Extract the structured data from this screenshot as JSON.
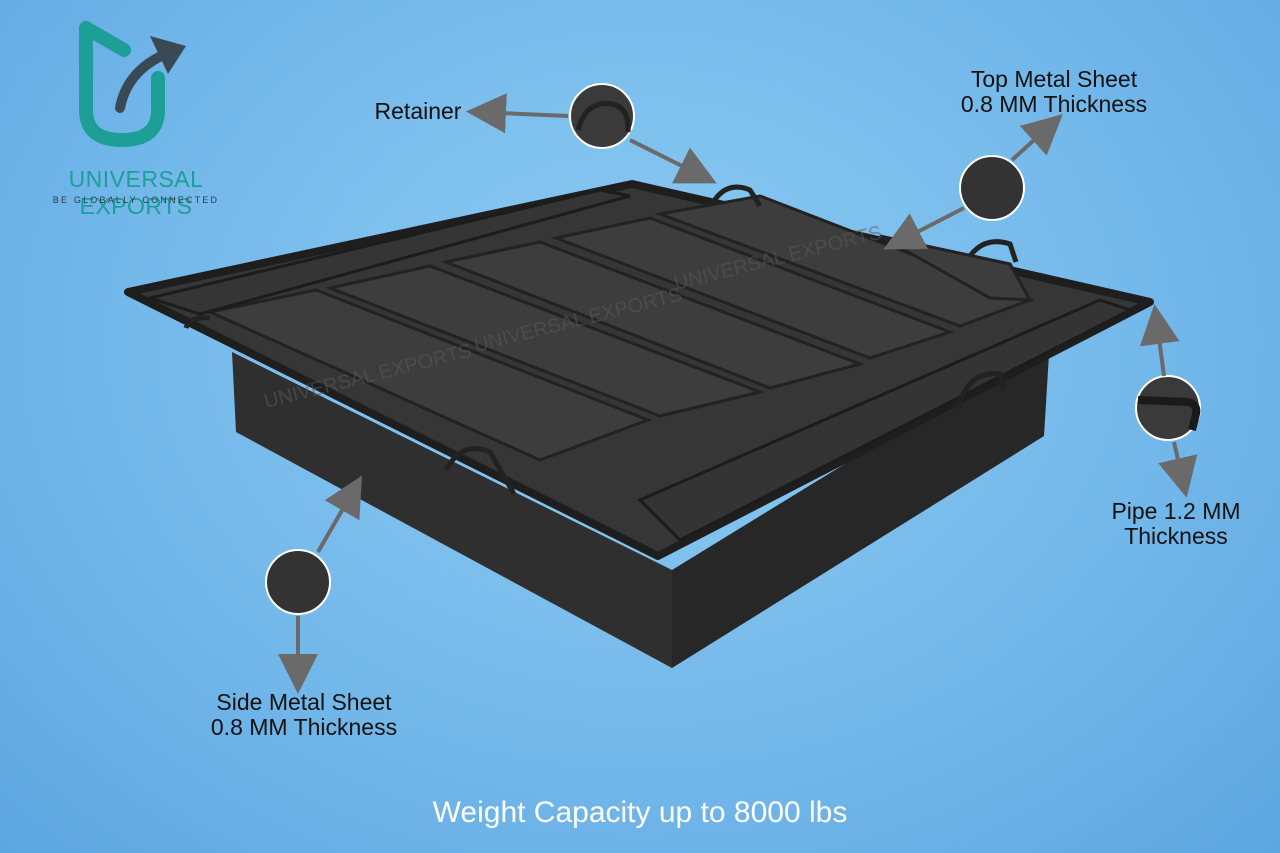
{
  "brand": {
    "name": "UNIVERSAL EXPORTS",
    "tagline": "BE GLOBALLY CONNECTED",
    "logo_icon": "u-arrow-logo-icon",
    "color": "#1d9e96"
  },
  "watermark": "UNIVERSAL EXPORTS",
  "callouts": {
    "retainer": "Retainer",
    "top_sheet": [
      "Top Metal Sheet",
      "0.8 MM Thickness"
    ],
    "pipe": [
      "Pipe 1.2 MM",
      "Thickness"
    ],
    "side_sheet": [
      "Side Metal Sheet",
      "0.8 MM Thickness"
    ]
  },
  "footer": "Weight Capacity up to 8000 lbs",
  "colors": {
    "background": "#7ab9ea",
    "frame": "#2b2b2b",
    "arrow": "#6a6a6a"
  }
}
